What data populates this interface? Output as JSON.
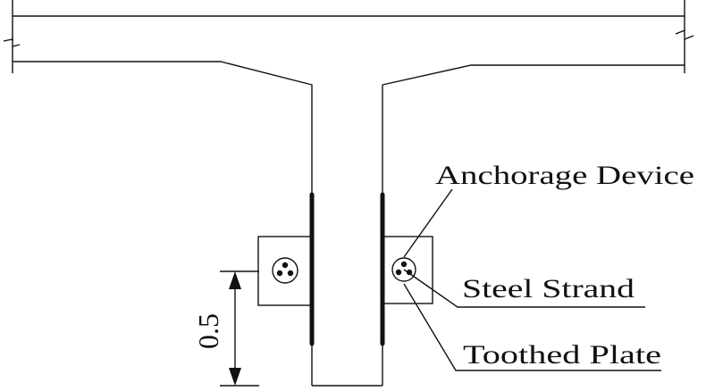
{
  "labels": {
    "anchorage_device": "Anchorage Device",
    "steel_strand": "Steel Strand",
    "toothed_plate": "Toothed Plate",
    "dimension": "0.5"
  },
  "colors": {
    "line": "#111111",
    "background": "#ffffff"
  }
}
